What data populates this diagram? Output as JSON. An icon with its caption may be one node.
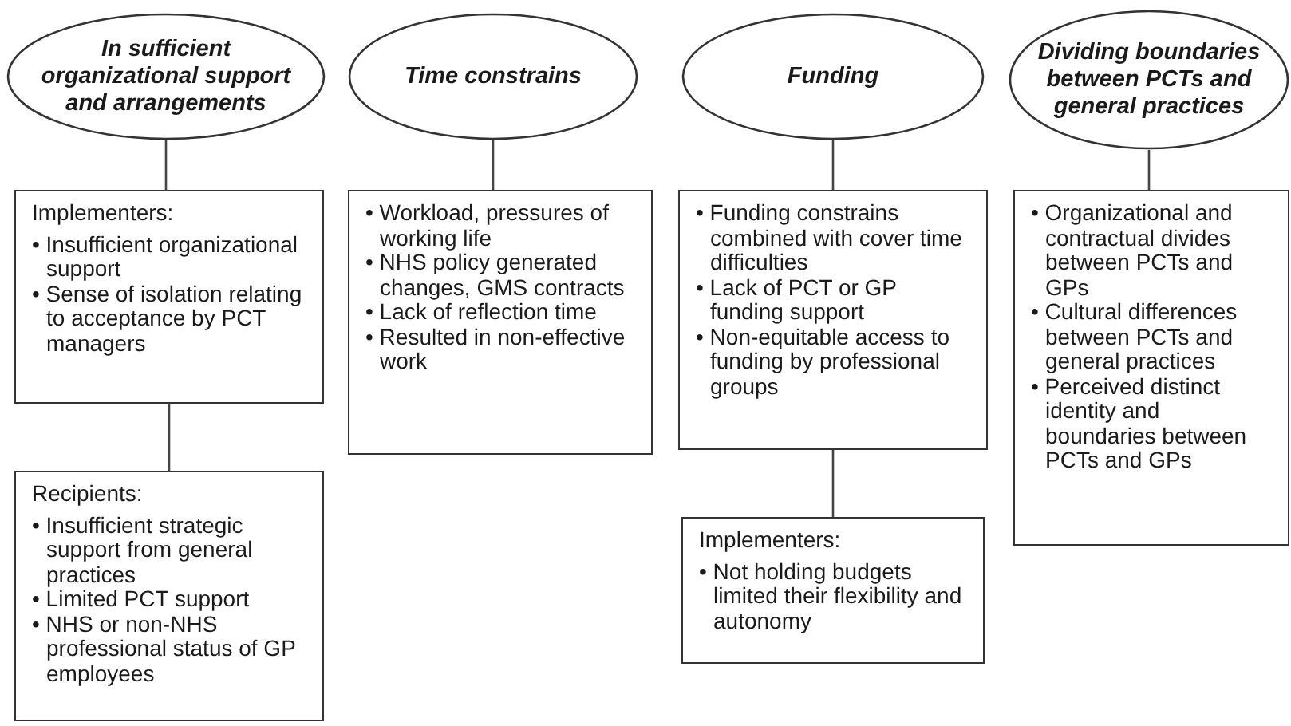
{
  "diagram": {
    "nodes": [
      {
        "text": [
          "In sufficient organizational support and arrangements"
        ]
      },
      {
        "text": [
          "Implementers:",
          "• Insufficient organizational support",
          "• Sense of isolation relating to acceptance by PCT managers"
        ]
      },
      {
        "text": [
          "Recipients:",
          "• Insufficient strategic support from general practices",
          "• Limited PCT support",
          "• NHS or non-NHS professional status of GP employees"
        ]
      },
      {
        "text": [
          "Time constrains"
        ]
      },
      {
        "text": [
          "• Workload, pressures of working life",
          "• NHS policy generated changes, GMS contracts",
          "• Lack of reflection time",
          "• Resulted in non-effective work"
        ]
      },
      {
        "text": [
          "Funding"
        ]
      },
      {
        "text": [
          "• Funding constrains combined with cover time difficulties",
          "• Lack of PCT or GP funding support",
          "• Non-equitable access to funding by professional groups"
        ]
      },
      {
        "text": [
          "Implementers:",
          "• Not holding budgets limited their flexibility and autonomy"
        ]
      },
      {
        "text": [
          "Dividing boundaries between PCTs and general practices"
        ]
      },
      {
        "text": [
          "• Organizational and contractual divides between PCTs and GPs",
          "• Cultural differences between PCTs and general practices",
          "• Perceived distinct identity and boundaries between PCTs and GPs"
        ]
      }
    ],
    "edges": [
      {
        "from": 0,
        "to": 1,
        "arrow": "none"
      },
      {
        "from": 1,
        "to": 2,
        "arrow": "none"
      },
      {
        "from": 3,
        "to": 4,
        "arrow": "none"
      },
      {
        "from": 5,
        "to": 6,
        "arrow": "none"
      },
      {
        "from": 6,
        "to": 7,
        "arrow": "none"
      },
      {
        "from": 8,
        "to": 9,
        "arrow": "none"
      }
    ]
  }
}
